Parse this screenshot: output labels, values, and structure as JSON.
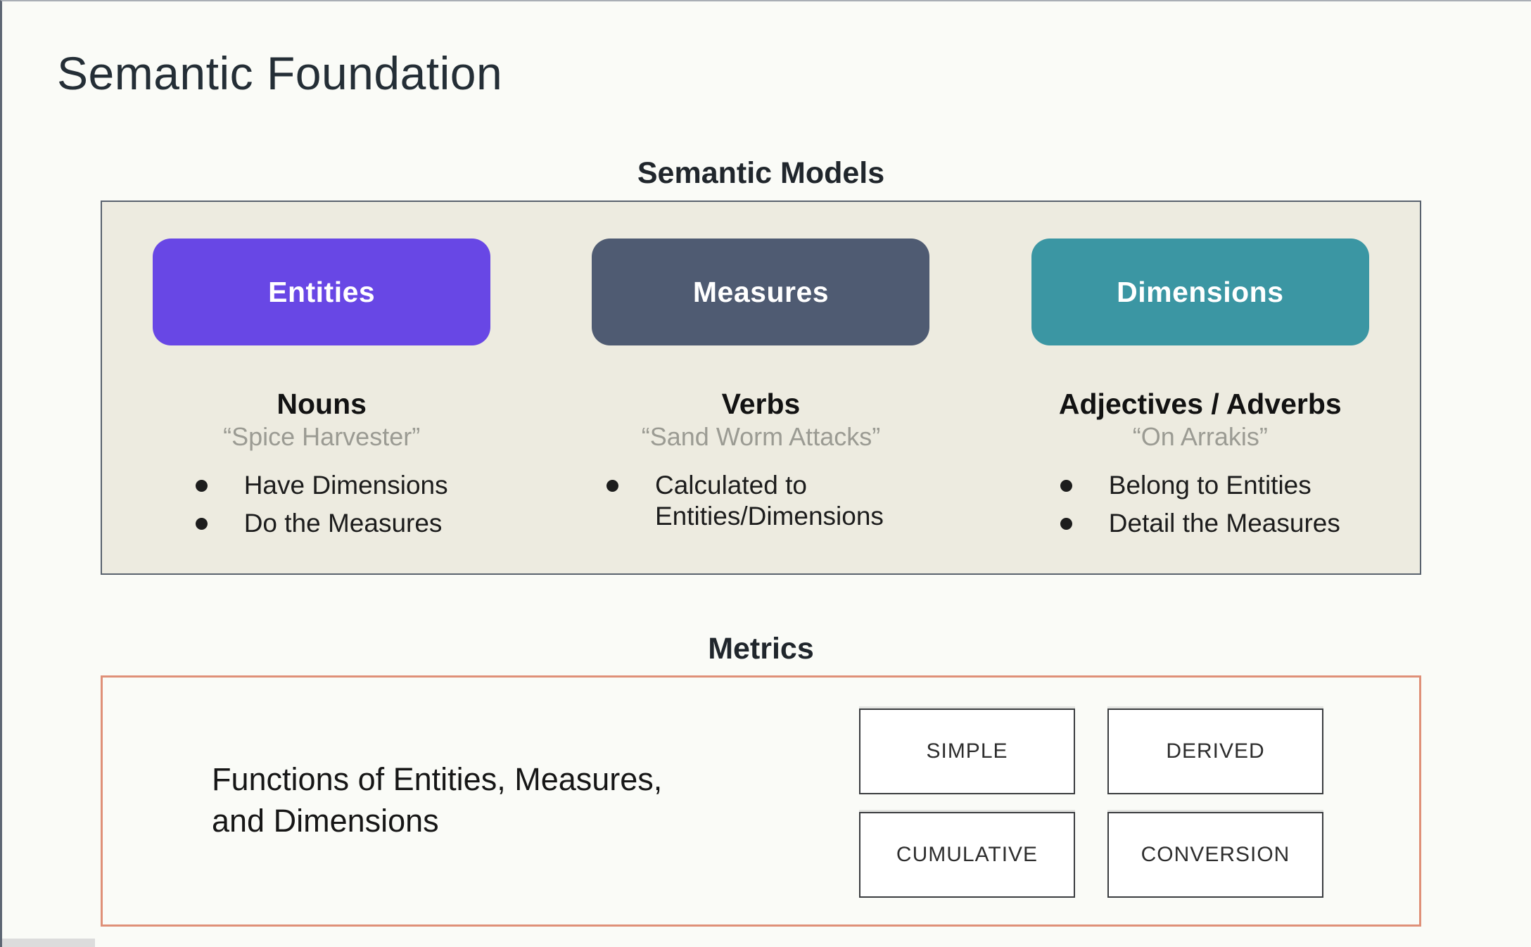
{
  "page": {
    "title": "Semantic Foundation"
  },
  "semantic_models": {
    "label": "Semantic Models",
    "panel_background": "#EDEBE0",
    "panel_border_color": "#59626e",
    "columns": [
      {
        "pill": "Entities",
        "color": "#6847E5",
        "word_class": "Nouns",
        "quote": "“Spice Harvester”",
        "bullets": [
          "Have Dimensions",
          "Do the Measures"
        ]
      },
      {
        "pill": "Measures",
        "color": "#4F5B72",
        "word_class": "Verbs",
        "quote": "“Sand Worm Attacks”",
        "bullets": [
          "Calculated to Entities/Dimensions"
        ]
      },
      {
        "pill": "Dimensions",
        "color": "#3B96A3",
        "word_class": "Adjectives / Adverbs",
        "quote": "“On Arrakis”",
        "bullets": [
          "Belong to Entities",
          "Detail the Measures"
        ]
      }
    ]
  },
  "metrics": {
    "label": "Metrics",
    "border_color": "#DF9078",
    "description_line1": "Functions of Entities, Measures,",
    "description_line2": "and Dimensions",
    "types": [
      "SIMPLE",
      "DERIVED",
      "CUMULATIVE",
      "CONVERSION"
    ]
  }
}
